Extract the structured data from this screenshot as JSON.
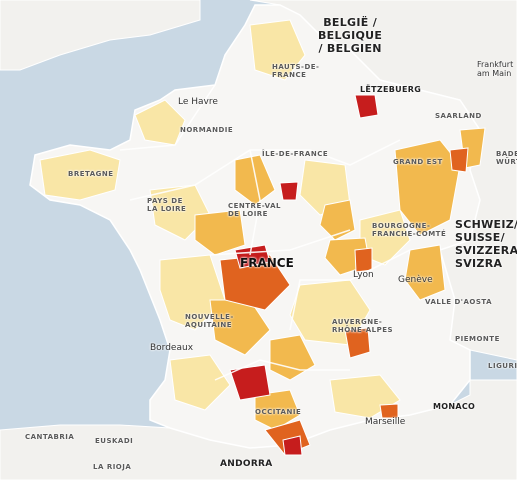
{
  "map": {
    "colors": {
      "sea": "#c9d8e4",
      "land_outside": "#f2f1ee",
      "land_base": "#f7f6f4",
      "border": "#ffffff",
      "low": "#f9e6a6",
      "medium": "#f2b94e",
      "high": "#e0631f",
      "very_high": "#c61d1d"
    },
    "countries": {
      "belgium": "BELGIË /\nBELGIQUE\n/ BELGIEN",
      "luxembourg": "LËTZEBUERG",
      "switzerland": "SCHWEIZ/\nSUISSE/\nSVIZZERA/\nSVIZRA",
      "france": "FRANCE",
      "monaco": "MONACO",
      "andorra": "ANDORRA"
    },
    "regions": {
      "hauts_de_france": "HAUTS-DE-\nFRANCE",
      "normandie": "NORMANDIE",
      "ile_de_france": "ÎLE-DE-FRANCE",
      "grand_est": "GRAND EST",
      "bretagne": "BRETAGNE",
      "pays_de_la_loire": "PAYS DE\nLA LOIRE",
      "centre_val_de_loire": "CENTRE-VAL\nDE LOIRE",
      "bourgogne": "BOURGOGNE-\nFRANCHE-COMTÉ",
      "nouvelle_aquitaine": "NOUVELLE-\nAQUITAINE",
      "auvergne": "AUVERGNE-\nRHÔNE-ALPES",
      "occitanie": "OCCITANIE",
      "saarland": "SAARLAND",
      "valle_aosta": "VALLE D'AOSTA",
      "piemonte": "PIEMONTE",
      "liguria": "LIGURIA",
      "cantabria": "CANTABRIA",
      "euskadi": "EUSKADI",
      "la_rioja": "LA RIOJA",
      "bw": "BADEN-\nWÜRTTEMBERG"
    },
    "cities": {
      "le_havre": "Le Havre",
      "lyon": "Lyon",
      "geneve": "Genève",
      "bordeaux": "Bordeaux",
      "marseille": "Marseille",
      "frankfurt": "Frankfurt\nam Main"
    }
  }
}
